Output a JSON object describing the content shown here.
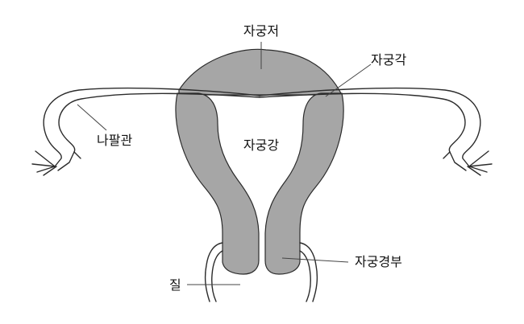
{
  "diagram": {
    "labels": {
      "fundus": "자궁저",
      "cornu": "자궁각",
      "fallopian_tube": "나팔관",
      "uterine_cavity": "자궁강",
      "cervix": "자궁경부",
      "vagina": "질"
    },
    "colors": {
      "tissue_fill": "#a6a6a6",
      "outline": "#2b2b2b",
      "tube_fill": "#ffffff",
      "background": "#ffffff",
      "leader_line": "#444444"
    }
  }
}
